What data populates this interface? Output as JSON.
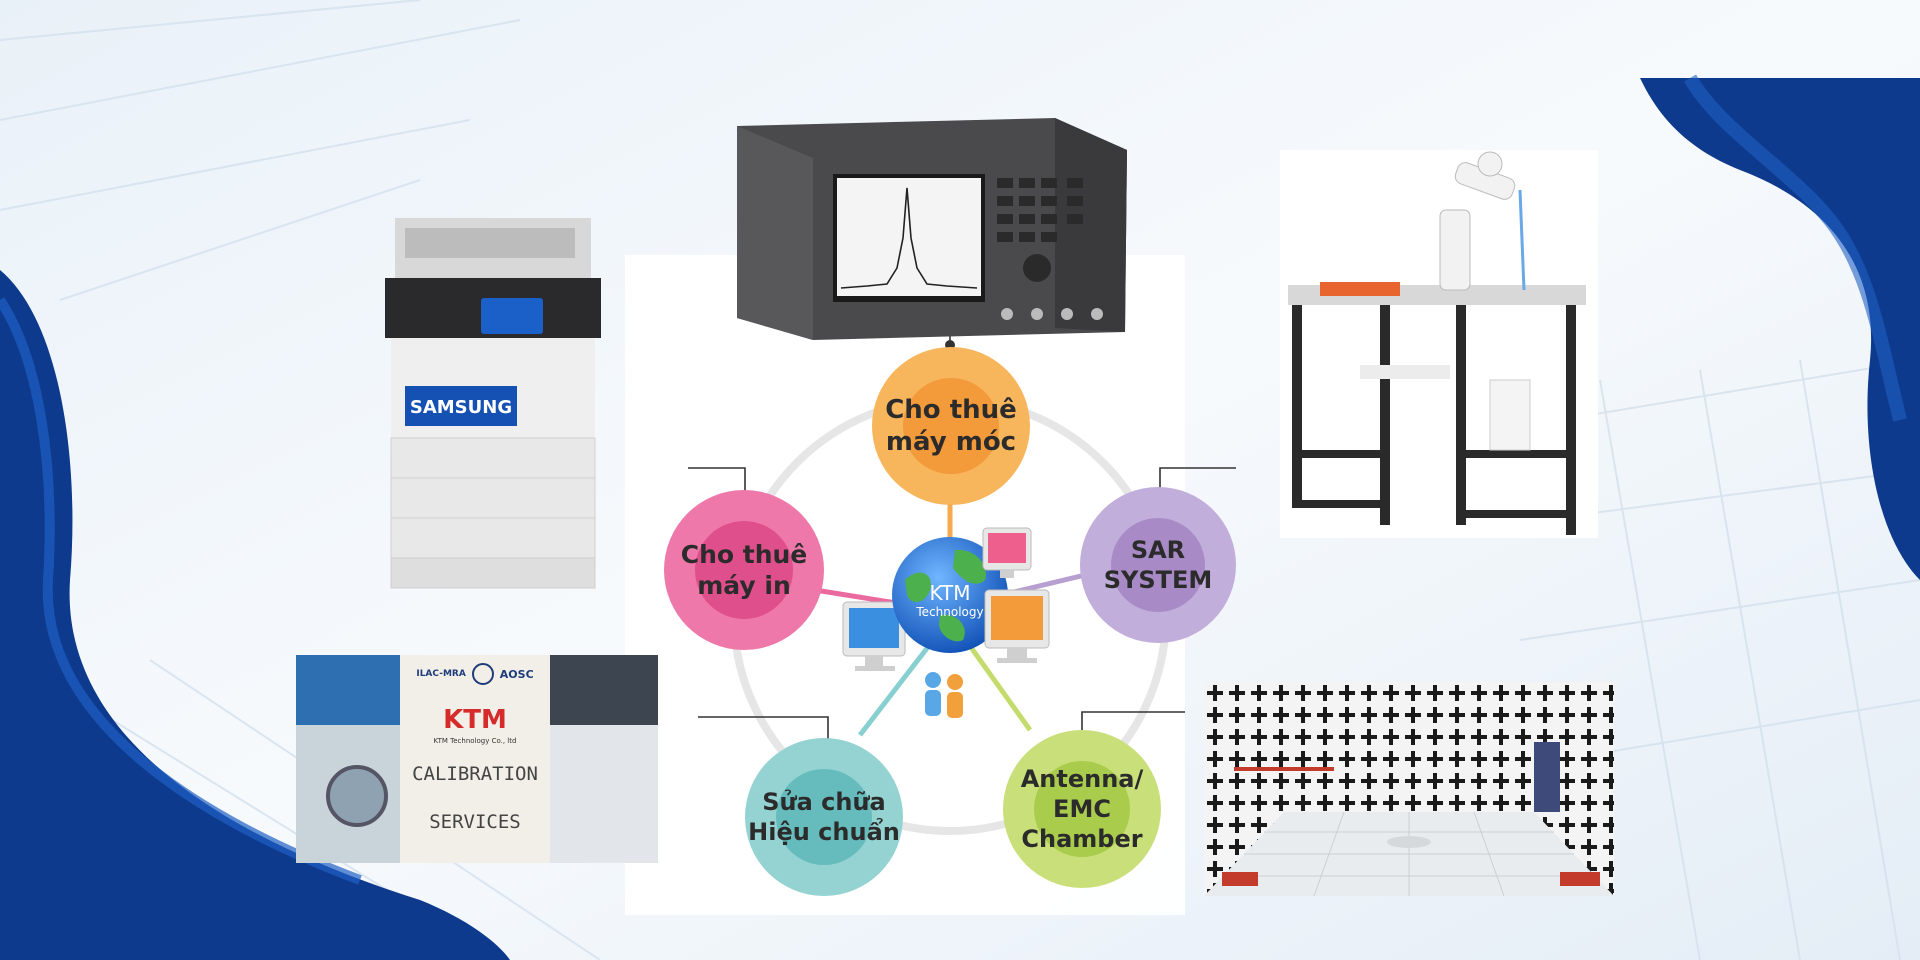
{
  "colors": {
    "navy": "#0d3a8c",
    "blue": "#1f5fc4",
    "orange": "#f7a94c",
    "pink": "#ea6aa0",
    "purple": "#b79fd1",
    "teal": "#88cfd0",
    "green": "#c3dc6d"
  },
  "hub": {
    "name": "KTM",
    "sub": "Technology"
  },
  "services": [
    {
      "label": "Cho thuê\nmáy móc"
    },
    {
      "label": "SAR\nSYSTEM"
    },
    {
      "label": "Antenna/\nEMC\nChamber"
    },
    {
      "label": "Sửa chữa\nHiệu chuẩn"
    },
    {
      "label": "Cho thuê\nmáy in"
    }
  ],
  "photos": {
    "printer_brand": "SAMSUNG",
    "calibration": {
      "logo": "KTM",
      "company": "KTM Technology Co., ltd",
      "line1": "CALIBRATION",
      "line2": "SERVICES",
      "badges": [
        "ILAC-MRA",
        "AOSC"
      ]
    }
  }
}
